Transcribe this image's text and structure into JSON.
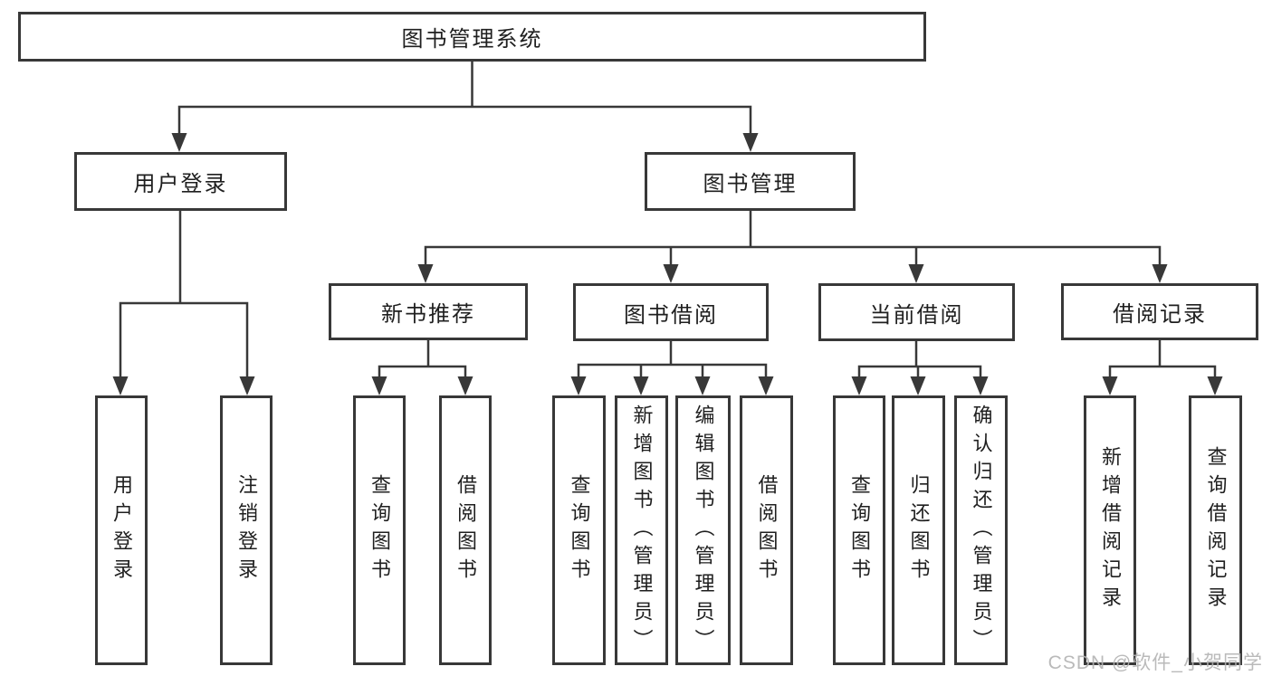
{
  "diagram": {
    "type": "function-structure-tree",
    "title": "图书管理系统",
    "watermark": "CSDN @软件_小贺同学"
  },
  "colors": {
    "line": "#383838",
    "text": "#1f1f1f",
    "watermark": "#b3b3b3",
    "background": "#ffffff"
  },
  "nodes": {
    "root": "图书管理系统",
    "user_login": "用户登录",
    "book_mgmt": "图书管理",
    "new_book_rec": "新书推荐",
    "book_borrow": "图书借阅",
    "current_borrow": "当前借阅",
    "borrow_record": "借阅记录",
    "leaf_user_login": "用户登录",
    "leaf_logout": "注销登录",
    "leaf_query_book_1": "查询图书",
    "leaf_borrow_book_1": "借阅图书",
    "leaf_query_book_2": "查询图书",
    "leaf_add_book": "新增图书（管理员）",
    "leaf_edit_book": "编辑图书（管理员）",
    "leaf_borrow_book_2": "借阅图书",
    "leaf_query_book_3": "查询图书",
    "leaf_return_book": "归还图书",
    "leaf_confirm_return": "确认归还（管理员）",
    "leaf_add_record": "新增借阅记录",
    "leaf_query_record": "查询借阅记录"
  },
  "edges": [
    {
      "from": "root",
      "to": "user_login"
    },
    {
      "from": "root",
      "to": "book_mgmt"
    },
    {
      "from": "user_login",
      "to": "leaf_user_login"
    },
    {
      "from": "user_login",
      "to": "leaf_logout"
    },
    {
      "from": "book_mgmt",
      "to": "new_book_rec"
    },
    {
      "from": "book_mgmt",
      "to": "book_borrow"
    },
    {
      "from": "book_mgmt",
      "to": "current_borrow"
    },
    {
      "from": "book_mgmt",
      "to": "borrow_record"
    },
    {
      "from": "new_book_rec",
      "to": "leaf_query_book_1"
    },
    {
      "from": "new_book_rec",
      "to": "leaf_borrow_book_1"
    },
    {
      "from": "book_borrow",
      "to": "leaf_query_book_2"
    },
    {
      "from": "book_borrow",
      "to": "leaf_add_book"
    },
    {
      "from": "book_borrow",
      "to": "leaf_edit_book"
    },
    {
      "from": "book_borrow",
      "to": "leaf_borrow_book_2"
    },
    {
      "from": "current_borrow",
      "to": "leaf_query_book_3"
    },
    {
      "from": "current_borrow",
      "to": "leaf_return_book"
    },
    {
      "from": "current_borrow",
      "to": "leaf_confirm_return"
    },
    {
      "from": "borrow_record",
      "to": "leaf_add_record"
    },
    {
      "from": "borrow_record",
      "to": "leaf_query_record"
    }
  ]
}
